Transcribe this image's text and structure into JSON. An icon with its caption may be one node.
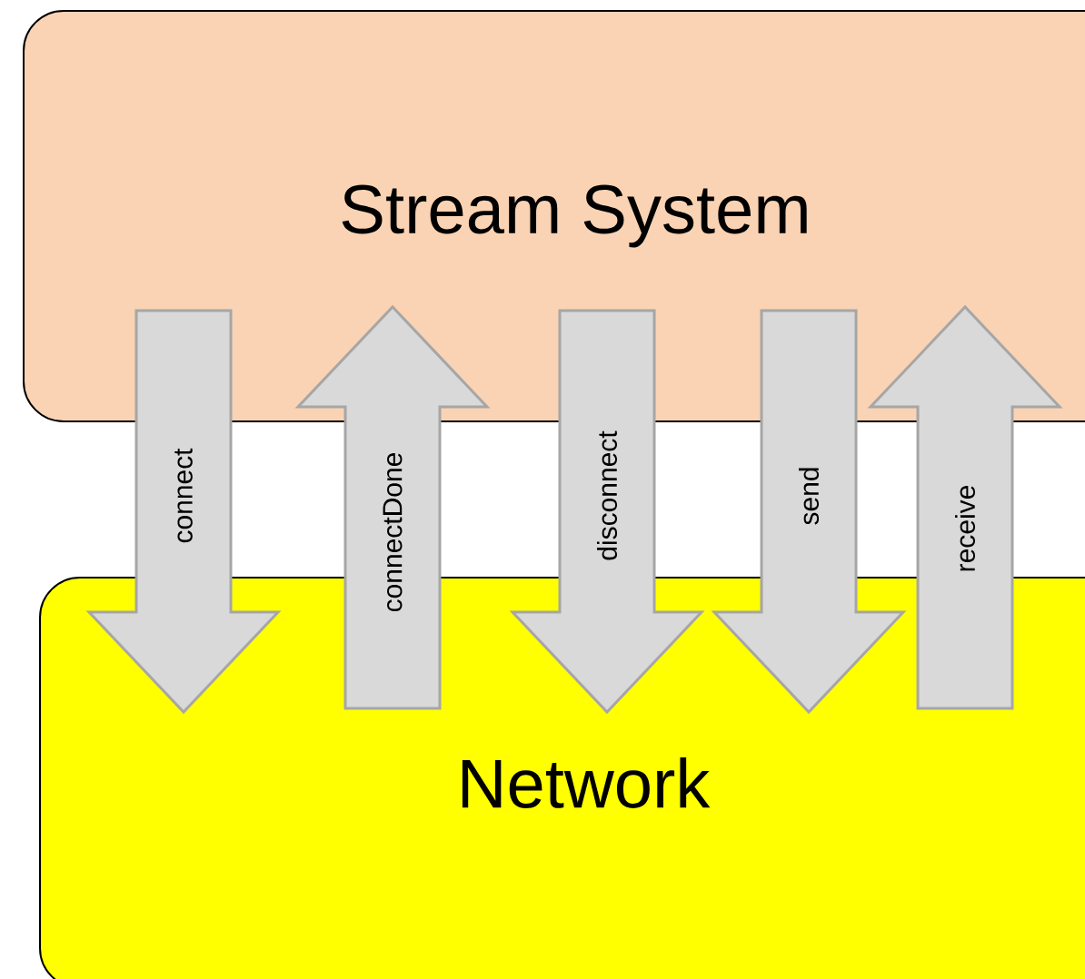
{
  "diagram": {
    "nodes": [
      {
        "text": [
          "Stream System"
        ]
      },
      {
        "text": [
          "Network"
        ]
      }
    ],
    "edges": [
      {
        "from": 0,
        "to": 1,
        "arrow": "to",
        "label": "connect"
      },
      {
        "from": 1,
        "to": 0,
        "arrow": "to",
        "label": "connectDone"
      },
      {
        "from": 0,
        "to": 1,
        "arrow": "to",
        "label": "disconnect"
      },
      {
        "from": 0,
        "to": 1,
        "arrow": "to",
        "label": "send"
      },
      {
        "from": 1,
        "to": 0,
        "arrow": "to",
        "label": "receive"
      }
    ]
  }
}
